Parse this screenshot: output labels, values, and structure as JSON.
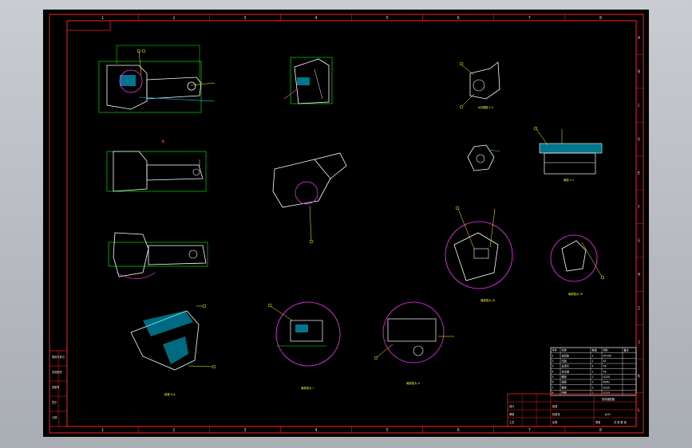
{
  "drawing": {
    "colors": {
      "background": "#000000",
      "frame": "#ff2020",
      "part": "#ffffff",
      "dimension": "#00ff00",
      "leader": "#ffff00",
      "detail_circle": "#ff33ff",
      "hatch": "#00e5ff"
    },
    "border_zones": {
      "top": [
        "1",
        "2",
        "3",
        "4",
        "5",
        "6",
        "7",
        "8"
      ],
      "bottom": [
        "1",
        "2",
        "3",
        "4",
        "5",
        "6",
        "7",
        "8"
      ],
      "right": [
        "A",
        "B",
        "C",
        "D",
        "E",
        "F",
        "G",
        "H",
        "I",
        "J",
        "K",
        "L"
      ]
    },
    "views": [
      {
        "id": "view-main-assembly",
        "caption": ""
      },
      {
        "id": "view-top-right-fixture",
        "caption": ""
      },
      {
        "id": "view-mechanism-a",
        "caption": "A向视图 1:1"
      },
      {
        "id": "view-mechanism-b",
        "caption": ""
      },
      {
        "id": "view-shaft-rail",
        "caption": "局部 1:1"
      },
      {
        "id": "view-side",
        "caption": ""
      },
      {
        "id": "view-isometric",
        "caption": ""
      },
      {
        "id": "view-bottom",
        "caption": ""
      },
      {
        "id": "section-hatched",
        "caption": "剖视 A-A"
      },
      {
        "id": "detail-1",
        "caption": "局部放大 I"
      },
      {
        "id": "detail-2",
        "caption": "局部放大 II"
      },
      {
        "id": "detail-3",
        "caption": "局部放大 III"
      },
      {
        "id": "detail-4",
        "caption": "局部放大 IV"
      }
    ],
    "parts_list": {
      "headers": [
        "序号",
        "名称",
        "数量",
        "材料",
        "备注"
      ],
      "rows": [
        [
          "1",
          "夹具体",
          "1",
          "HT200",
          ""
        ],
        [
          "2",
          "压板",
          "2",
          "45",
          ""
        ],
        [
          "3",
          "支承钉",
          "4",
          "T8",
          ""
        ],
        [
          "4",
          "定位销",
          "1",
          "T8",
          ""
        ],
        [
          "5",
          "螺栓",
          "2",
          "Q235",
          ""
        ],
        [
          "6",
          "弹簧",
          "2",
          "65Mn",
          ""
        ],
        [
          "7",
          "螺母",
          "2",
          "Q235",
          ""
        ],
        [
          "8",
          "垫圈",
          "2",
          "Q235",
          ""
        ]
      ]
    },
    "title_block": {
      "title": "夹具装配图",
      "drawing_no": "JJ-01",
      "fields": [
        "设计",
        "审核",
        "工艺",
        "批准",
        "标准化",
        "比例",
        "重量",
        "共 张 第 张"
      ]
    },
    "left_stamp": [
      "借用件登记",
      "旧底图号",
      "底图号",
      "签字",
      "日期"
    ]
  }
}
